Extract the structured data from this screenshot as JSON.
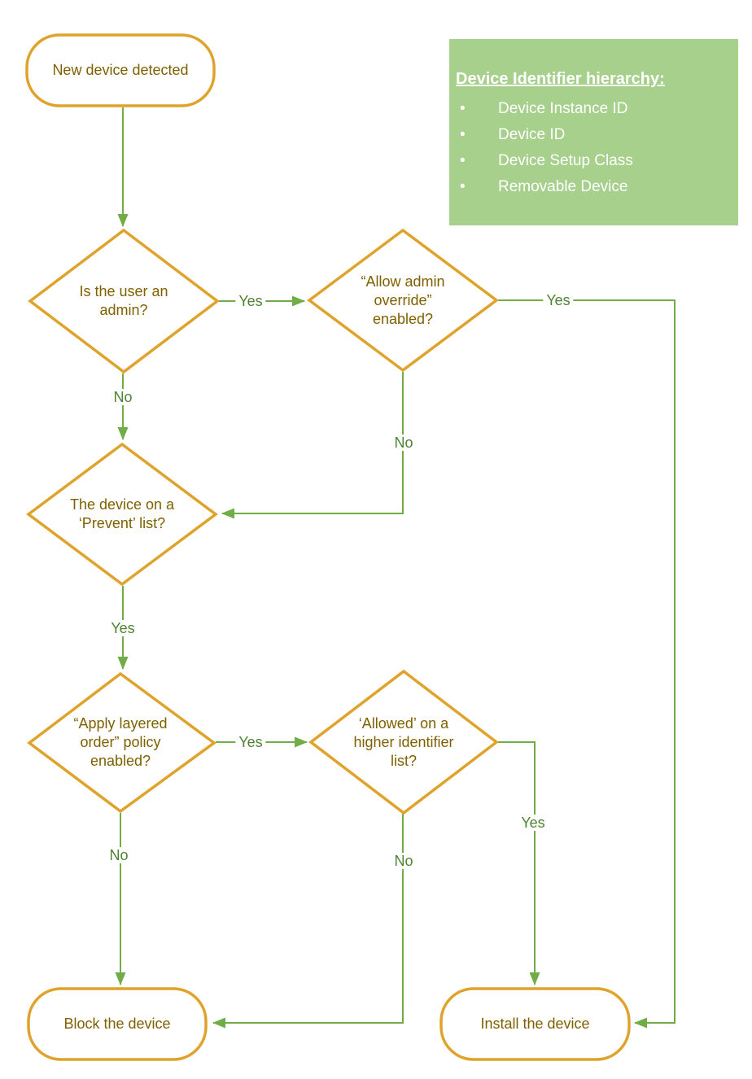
{
  "colors": {
    "shape_border": "#DFA32C",
    "shape_text": "#7F6000",
    "connector_line": "#70AD47",
    "edge_label_text": "#4E8234",
    "info_box_bg": "#A7D08C",
    "info_box_text": "#FFFFFF",
    "background": "#FFFFFF"
  },
  "nodes": {
    "start": {
      "label": "New device detected"
    },
    "admin": {
      "lines": [
        "Is the user an",
        "admin?"
      ]
    },
    "override": {
      "lines": [
        "“Allow admin",
        "override”",
        "enabled?"
      ]
    },
    "prevent": {
      "lines": [
        "The device on a",
        "‘Prevent’ list?"
      ]
    },
    "layered": {
      "lines": [
        "“Apply layered",
        "order” policy",
        "enabled?"
      ]
    },
    "allowed": {
      "lines": [
        "‘Allowed’ on a",
        "higher identifier",
        "list?"
      ]
    },
    "block": {
      "label": "Block the device"
    },
    "install": {
      "label": "Install the device"
    }
  },
  "edges": [
    {
      "name": "start-to-admin",
      "label": ""
    },
    {
      "name": "admin-yes-to-override",
      "label": "Yes"
    },
    {
      "name": "admin-no-to-prevent",
      "label": "No"
    },
    {
      "name": "override-yes-to-install",
      "label": "Yes"
    },
    {
      "name": "override-no-to-prevent",
      "label": "No"
    },
    {
      "name": "prevent-yes-to-layered",
      "label": "Yes"
    },
    {
      "name": "layered-yes-to-allowed",
      "label": "Yes"
    },
    {
      "name": "layered-no-to-block",
      "label": "No"
    },
    {
      "name": "allowed-yes-to-install",
      "label": "Yes"
    },
    {
      "name": "allowed-no-to-block",
      "label": "No"
    }
  ],
  "info_box": {
    "title": "Device Identifier hierarchy:",
    "bullet": "•",
    "items": [
      "Device Instance ID",
      "Device ID",
      "Device Setup Class",
      "Removable Device"
    ]
  }
}
